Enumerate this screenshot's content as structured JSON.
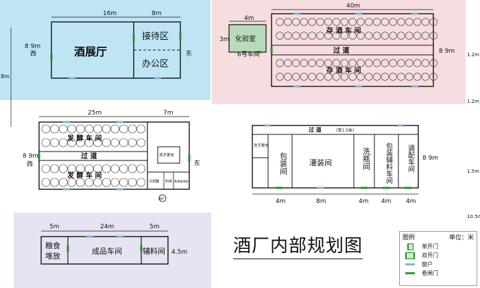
{
  "title": "酒厂内部规划图",
  "colors": {
    "zone_exhibit": "#bfe5f5",
    "zone_storage": "#f6dde0",
    "zone_food": "#e6e3f2",
    "lab_fill": "#b9dbb9",
    "door": "#2a8a2a",
    "window": "#7fb6da",
    "rolling_door": "#2a9a3a"
  },
  "exhibit": {
    "hall": "酒展厅",
    "reception": "接待区",
    "office": "办公区",
    "dim_top_left": "16m",
    "dim_top_right": "8m",
    "dim_left": "8 9m",
    "west": "西",
    "east": "东"
  },
  "storage": {
    "dim_top": "40m",
    "lab_dim_top": "4m",
    "lab_dim_left": "3m",
    "lab": "化验室",
    "workshop6": "6号车间",
    "upper_room": "存 酒 车 间",
    "aisle": "过    道",
    "lower_room": "存 酒 车 间",
    "dim_right": "8 9m"
  },
  "ferment": {
    "dim_top_left": "25m",
    "dim_top_right": "7m",
    "upper_room": "发 酵 车 间",
    "aisle": "过    道",
    "lower_room": "发 酵 车 间",
    "dim_left": "8 9m",
    "west": "西",
    "east": "东",
    "washroom": "洗手更衣",
    "cold_storage": "冷却器",
    "materials": "料库",
    "kitchen": "蒸煮做酒房",
    "equipment": "器炉"
  },
  "bottling": {
    "corridor": "过  道",
    "corridor_note": "(宽1.5米)",
    "washroom": "洗手更衣",
    "packing": "包装间",
    "filling": "灌装间",
    "washing": "洗瓶间",
    "aux_materials": "包装辅料车间",
    "blending": "调配车间",
    "dim_right": "8 9m",
    "dims_bottom": [
      "4m",
      "8m",
      "4m",
      "4m",
      "4m"
    ]
  },
  "finished": {
    "dims_top": [
      "5m",
      "24m",
      "5m"
    ],
    "grain_line1": "粮食",
    "grain_line2": "堆放",
    "product": "成品车间",
    "aux": "辅料间",
    "dim_right": "4.5m"
  },
  "side_dims": {
    "left": "8m",
    "right": [
      "1.2m",
      "1.2m",
      "1.5m",
      "10.5m"
    ]
  },
  "legend": {
    "title": "图例",
    "unit": "单位：米",
    "items": [
      {
        "label": "单开门",
        "icon": "single-door-icon"
      },
      {
        "label": "双开门",
        "icon": "double-door-icon"
      },
      {
        "label": "窗户",
        "icon": "window-icon"
      },
      {
        "label": "卷闸门",
        "icon": "rolling-door-icon"
      }
    ]
  }
}
